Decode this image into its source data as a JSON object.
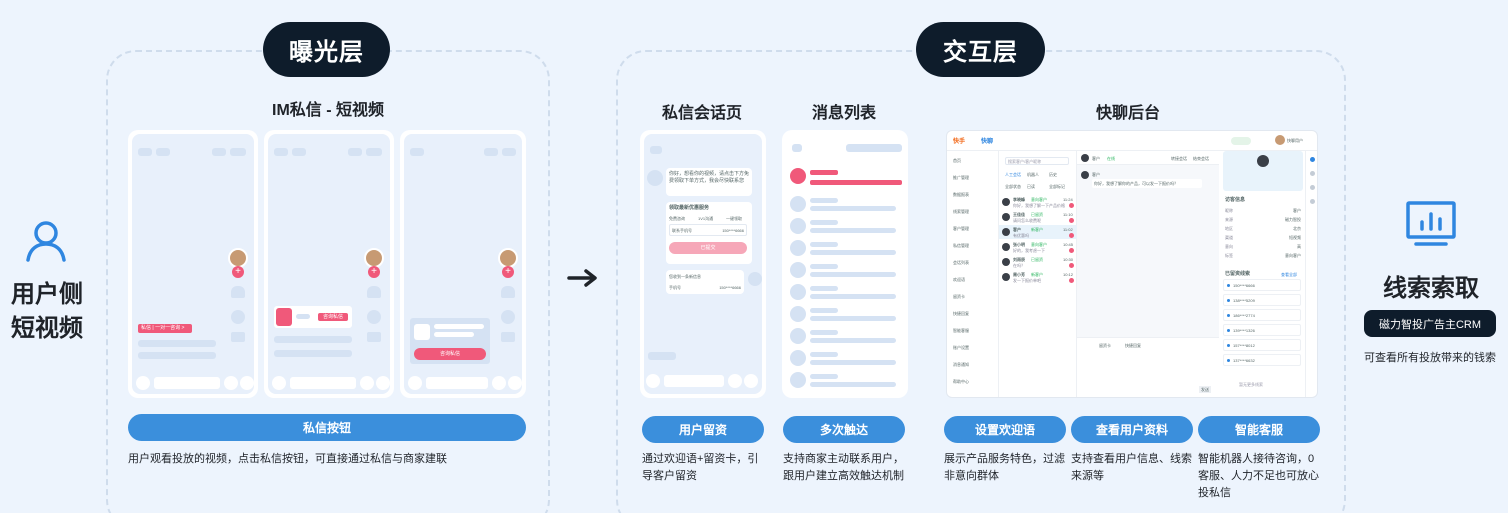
{
  "left_label": {
    "line1": "用户侧",
    "line2": "短视频"
  },
  "exposure": {
    "badge": "曝光层",
    "title": "IM私信 - 短视频",
    "phone1_tag": "私信 | 一对一咨询 >",
    "phone2_tag": "咨询私信",
    "phone3_tag": "咨询私信",
    "button": "私信按钮",
    "description": "用户观看投放的视频，点击私信按钮，可直接通过私信与商家建联"
  },
  "interaction": {
    "badge": "交互层",
    "chat_page": {
      "title": "私信会话页",
      "greeting": "你好，想看你的视频，请点击下方免费领取下单方式，我会尽快联系您",
      "card_title": "领取最新优惠服务",
      "opt1": "免费咨询",
      "opt2": "1V1沟通",
      "opt3": "一键领取",
      "field_label": "联系手机号",
      "field_value": "150****6666",
      "submit": "已提交",
      "reply_title": "您收到一条新信息",
      "reply_label": "手机号",
      "reply_value": "150****6666",
      "button": "用户留资",
      "description": "通过欢迎语+留资卡，引导客户留资"
    },
    "message_list": {
      "title": "消息列表",
      "button": "多次触达",
      "description": "支持商家主动联系用户，跟用户建立高效触达机制"
    },
    "backend": {
      "title": "快聊后台",
      "logo1": "快手",
      "logo2": "快聊",
      "user_name": "快聊用户",
      "search_placeholder": "搜索客户/客户昵称",
      "tabs": [
        "人工会话",
        "机器人",
        "历史"
      ],
      "filters": [
        "全部状态",
        "已读",
        "全部标记"
      ],
      "sessions": [
        {
          "name": "李晓峰",
          "tag": "意向客户",
          "time": "11:24",
          "msg": "你好，我想了解一下产品价格"
        },
        {
          "name": "王佳佳",
          "tag": "已留资",
          "time": "11:10",
          "msg": "请问怎么收费呢"
        },
        {
          "name": "客户",
          "tag": "新客户",
          "time": "11:02",
          "msg": "有优惠吗"
        },
        {
          "name": "张小明",
          "tag": "意向客户",
          "time": "10:45",
          "msg": "好的，我考虑一下"
        },
        {
          "name": "刘雨辰",
          "tag": "已留资",
          "time": "10:30",
          "msg": "在吗？"
        },
        {
          "name": "周小芳",
          "tag": "新客户",
          "time": "10:12",
          "msg": "发一下报价单吧"
        }
      ],
      "menu": [
        "首页",
        "推广管理",
        "数据报表",
        "线索管理",
        "客户管理",
        "私信管理",
        "会话列表",
        "欢迎语",
        "留资卡",
        "快捷回复",
        "智能客服",
        "账户设置",
        "消息通知",
        "帮助中心"
      ],
      "chat_name": "客户",
      "chat_status": "在线",
      "chat_actions": [
        "转接会话",
        "结束会话"
      ],
      "chat_msg_name": "客户",
      "chat_msg": "你好，我想了解你的产品，可以发一下报价吗？",
      "send": "发送",
      "tools": [
        "留资卡",
        "快捷回复"
      ],
      "profile_section": "访客信息",
      "profile_rows": [
        [
          "昵称",
          "客户"
        ],
        [
          "来源",
          "磁力智投"
        ],
        [
          "地区",
          "北京"
        ],
        [
          "渠道",
          "短视频"
        ],
        [
          "意向",
          "高"
        ],
        [
          "标签",
          "意向客户"
        ]
      ],
      "clue_section": "已留资线索",
      "clue_link": "查看全部",
      "clues": [
        "150****6666",
        "138****5209",
        "186****2774",
        "139****1326",
        "157****8012",
        "137****6632"
      ],
      "more": "暂无更多线索"
    },
    "btn_welcome": "设置欢迎语",
    "desc_welcome": "展示产品服务特色，过滤非意向群体",
    "btn_profile": "查看用户资料",
    "desc_profile": "支持查看用户信息、线索来源等",
    "btn_robot": "智能客服",
    "desc_robot": "智能机器人接待咨询，0客服、人力不足也可放心投私信"
  },
  "right": {
    "title": "线索索取",
    "badge": "磁力智投广告主CRM",
    "description": "可查看所有投放带来的钱索"
  },
  "colors": {
    "accent": "#3b8fdc",
    "dark": "#0e1c2b",
    "pink": "#f0597a",
    "background": "#edf4fd"
  }
}
